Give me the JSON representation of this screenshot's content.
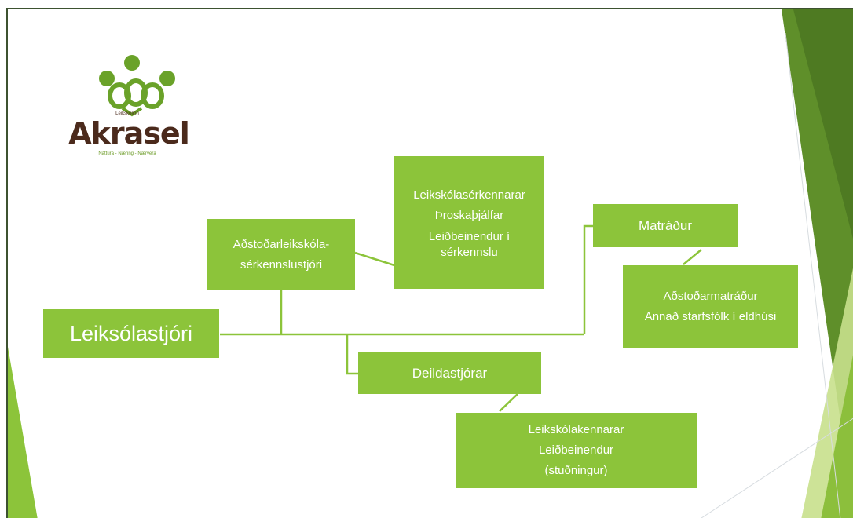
{
  "logo": {
    "name": "Akrasel",
    "small_text": "Leikskólinn",
    "tagline": "Náttúra - Næring - Nærvera"
  },
  "chart": {
    "root": "Leiksólastjóri",
    "assistant": [
      "Aðstoðarleikskóla-",
      "sérkennslustjóri"
    ],
    "special_ed": [
      "Leikskólasérkennarar",
      "Þroskaþjálfar",
      "Leiðbeinendur í",
      "sérkennslu"
    ],
    "cook": "Matráður",
    "kitchen": [
      "Aðstoðarmatráður",
      "Annað starfsfólk í eldhúsi"
    ],
    "dept_heads": "Deildastjórar",
    "teachers": [
      "Leikskólakennarar",
      "Leiðbeinendur",
      "(stuðningur)"
    ]
  },
  "colors": {
    "box": "#8cc43a",
    "line": "#8cc43a",
    "logo_brown": "#4b2a1c",
    "deco_dark": "#5f8f2a",
    "deco_light": "#b5d56c"
  }
}
